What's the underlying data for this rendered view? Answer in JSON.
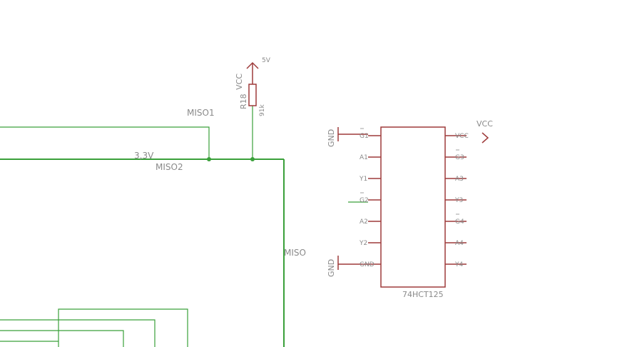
{
  "nets": {
    "miso1": "MISO1",
    "v33": "3,3V",
    "miso2": "MISO2",
    "miso": "MISO"
  },
  "resistor": {
    "name": "R18",
    "value": "91k",
    "supply_label": "VCC",
    "supply_value": "5V"
  },
  "ic": {
    "name": "74HCT125",
    "vcc_label": "VCC",
    "left_pins": [
      "G1",
      "A1",
      "Y1",
      "G2",
      "A2",
      "Y2",
      "GND"
    ],
    "right_pins": [
      "VCC",
      "G3",
      "A3",
      "Y3",
      "G4",
      "A4",
      "Y4"
    ],
    "gnd_labels": [
      "GND",
      "GND"
    ]
  },
  "colors": {
    "wire": "#3aa03a",
    "component": "#9e3a3a",
    "text": "#8a8a8a"
  }
}
